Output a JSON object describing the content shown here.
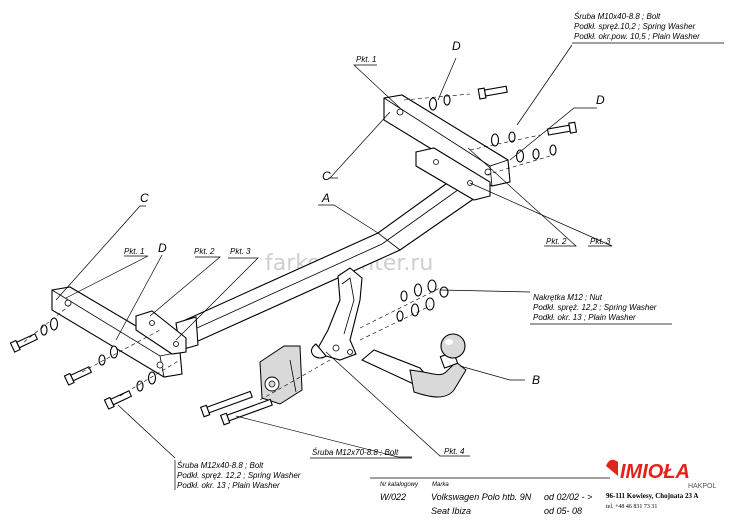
{
  "watermark": "farkoncenter.ru",
  "letters": {
    "a": "A",
    "b": "B",
    "c": "C",
    "d": "D"
  },
  "points": {
    "pkt1": "Pkt. 1",
    "pkt2": "Pkt. 2",
    "pkt3": "Pkt. 3",
    "pkt4": "Pkt. 4"
  },
  "callouts": {
    "top_right": [
      "Śruba M10x40-8.8 ;  Bolt",
      "Podkł. spręż.10,2 ; Spring Washer",
      "Podkł. okr.pow.  10,5 ; Plain Washer"
    ],
    "nut": [
      "Nakrętka  M12 ; Nut",
      "Podkł. spręż. 12,2 ; Spring Washer",
      "Podkł. okr. 13 ; Plain Washer"
    ],
    "bolt_m12x70": "Śruba M12x70-8.8 ;  Bolt",
    "bottom_left": [
      "Śruba M12x40-8.8 ;  Bolt",
      "Podkł. spręż. 12,2 ; Spring Washer",
      "Podkł. okr. 13 ; Plain Washer"
    ]
  },
  "title_block": {
    "catalog_label": "Nr katalogowy",
    "brand_label": "Marka",
    "catalog_no": "W/022",
    "vehicle1": "Volkswagen Polo htb. 9N",
    "date1": "od  02/02 - >",
    "vehicle2": "Seat Ibiza",
    "date2": "od  05- 08"
  },
  "logo": {
    "name": "IMIOŁA",
    "sub": "HAKPOL",
    "address": "96-111 Kowiesy, Chojnata 23 A",
    "phone": "tel. +48 46 831 73 31",
    "accent_color": "#e2231a"
  }
}
